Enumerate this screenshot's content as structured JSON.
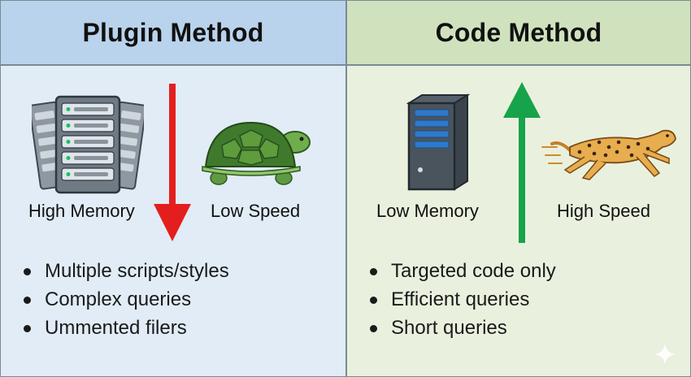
{
  "plugin": {
    "title": "Plugin Method",
    "memory_label": "High Memory",
    "speed_label": "Low Speed",
    "bullets": [
      "Multiple scripts/styles",
      "Complex queries",
      "Ummented filers"
    ],
    "icons": {
      "memory": "server-rack-icon",
      "speed": "turtle-icon",
      "arrow": "arrow-down-icon"
    },
    "arrow_color": "#e41e1e"
  },
  "code": {
    "title": "Code Method",
    "memory_label": "Low Memory",
    "speed_label": "High Speed",
    "bullets": [
      "Targeted code only",
      "Efficient queries",
      "Short queries"
    ],
    "icons": {
      "memory": "server-tower-icon",
      "speed": "cheetah-icon",
      "arrow": "arrow-up-icon"
    },
    "arrow_color": "#17a34a"
  }
}
